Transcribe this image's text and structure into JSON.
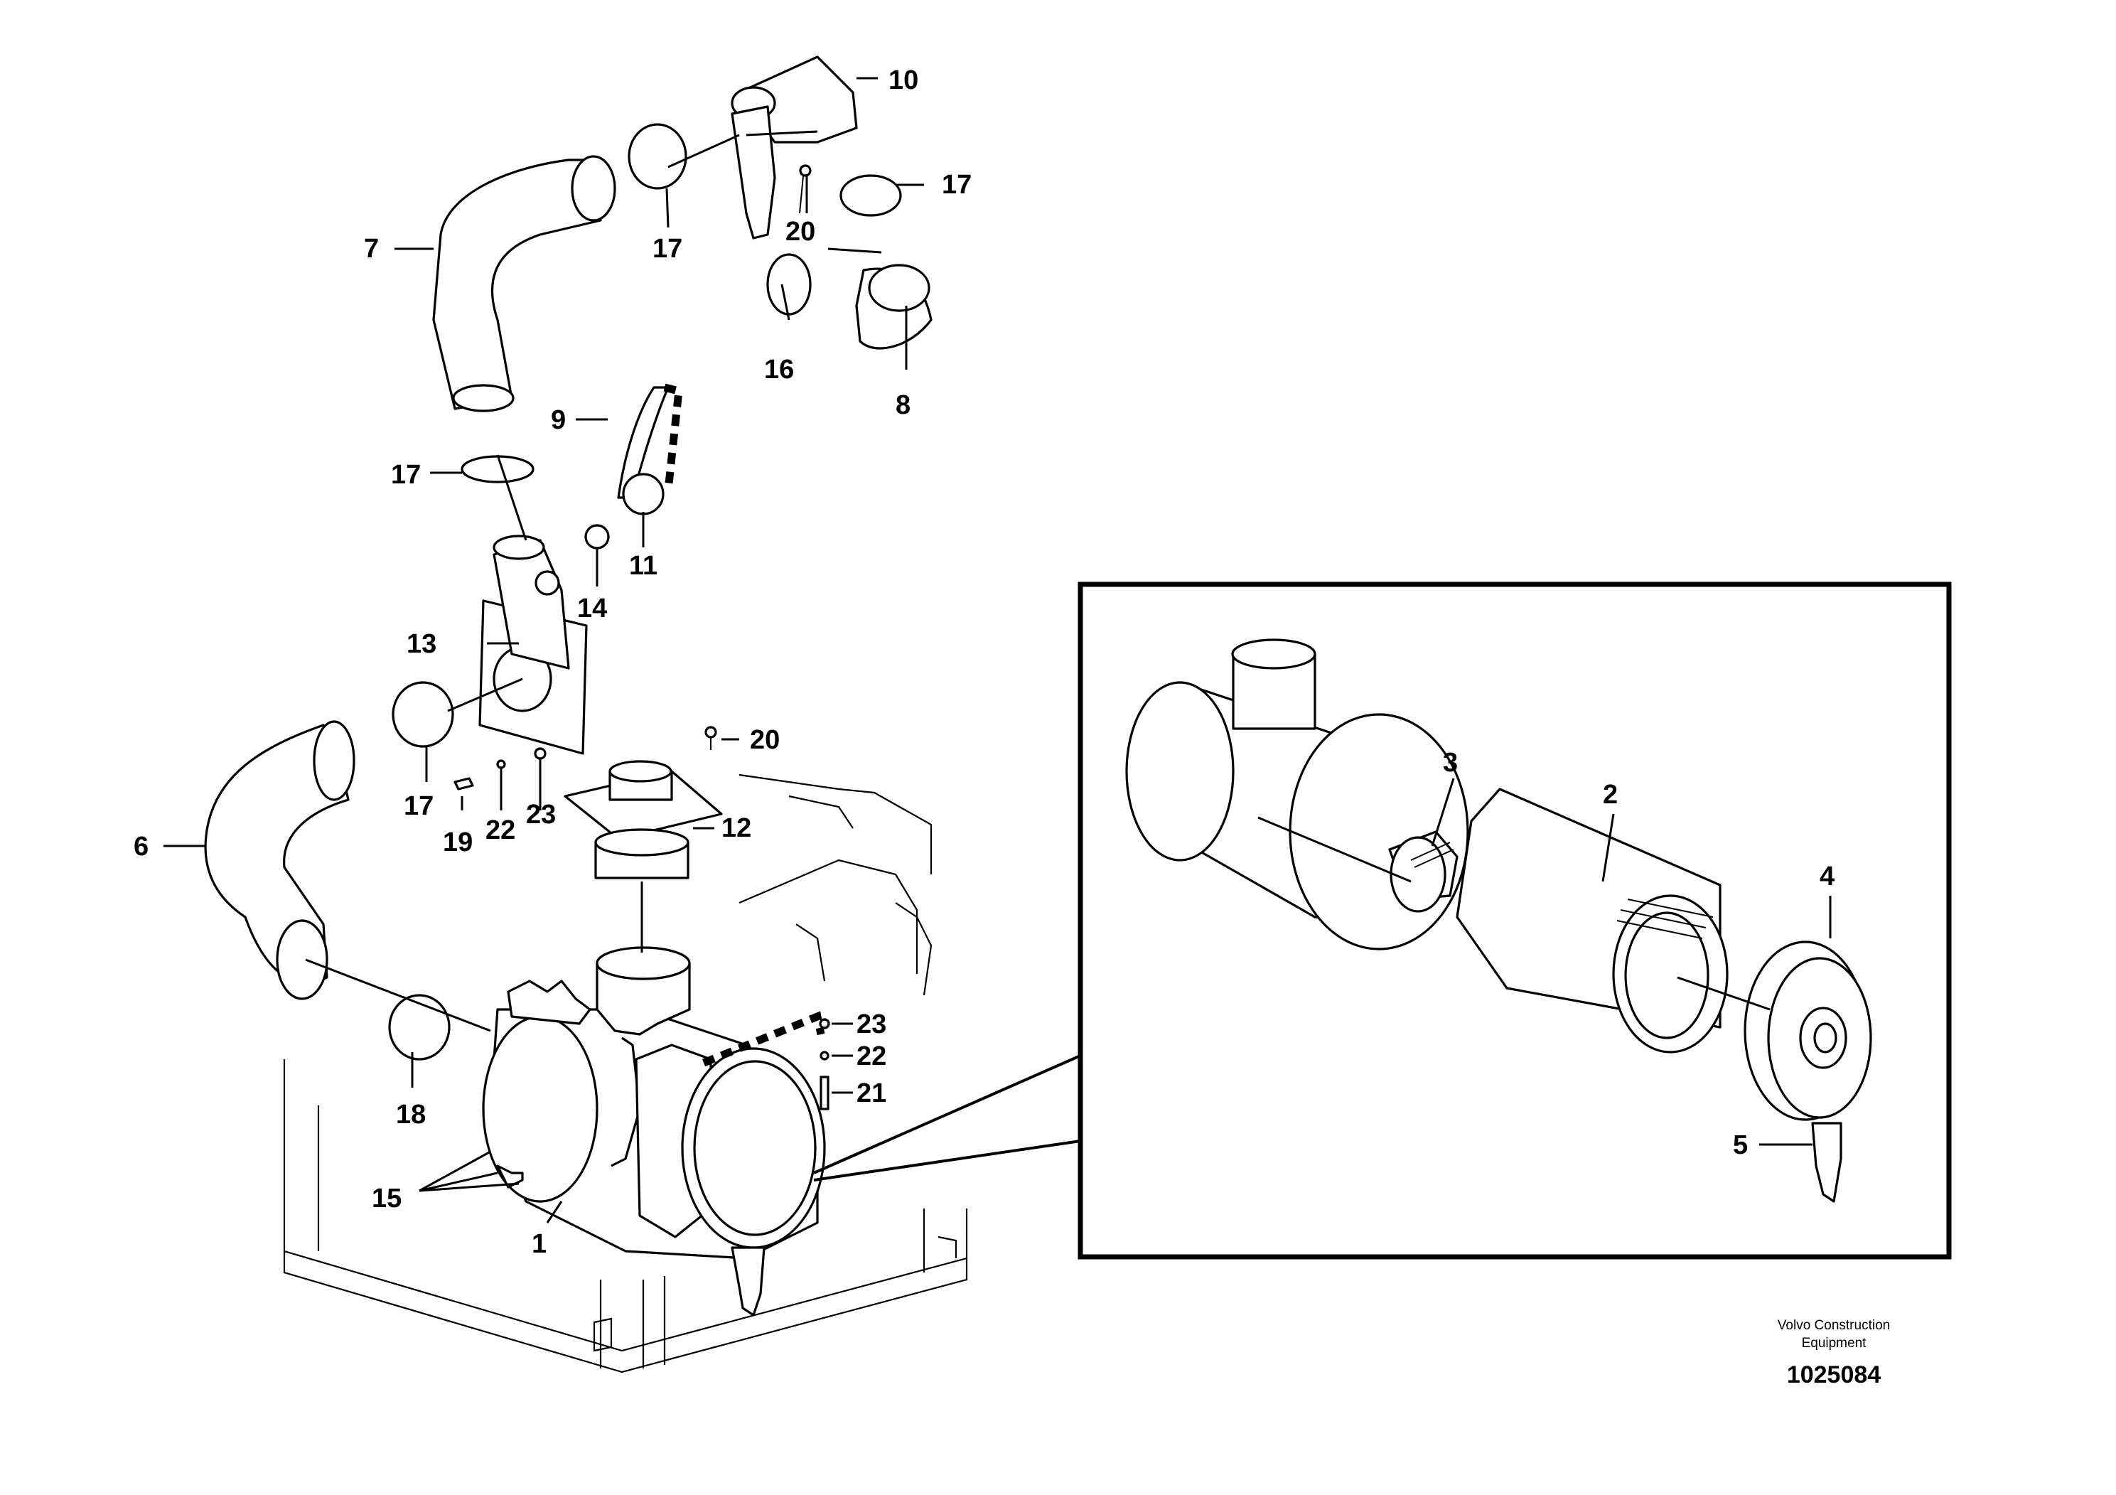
{
  "callouts": {
    "c1": "1",
    "c2": "2",
    "c3": "3",
    "c4": "4",
    "c5": "5",
    "c6": "6",
    "c7": "7",
    "c8": "8",
    "c9": "9",
    "c10": "10",
    "c11": "11",
    "c12": "12",
    "c13": "13",
    "c14": "14",
    "c15": "15",
    "c16": "16",
    "c17a": "17",
    "c17b": "17",
    "c17c": "17",
    "c17d": "17",
    "c18": "18",
    "c19": "19",
    "c20a": "20",
    "c20b": "20",
    "c21": "21",
    "c22a": "22",
    "c22b": "22",
    "c23a": "23",
    "c23b": "23"
  },
  "footer": {
    "brand_line1": "Volvo Construction",
    "brand_line2": "Equipment",
    "document_number": "1025084"
  }
}
